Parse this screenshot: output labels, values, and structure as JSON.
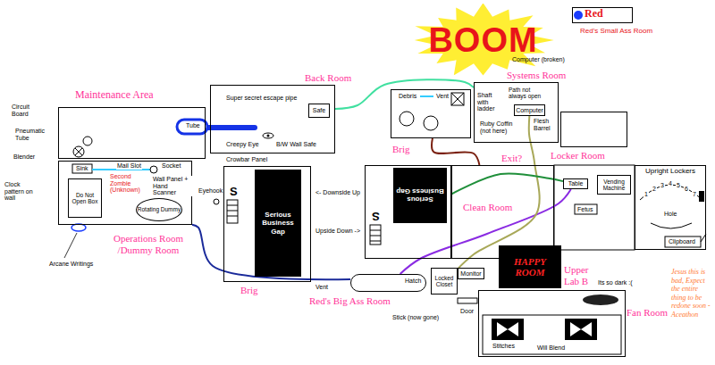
{
  "diagram": {
    "nodes": [
      {
        "text": [
          "Red",
          "Red's Small Ass Room"
        ]
      },
      {
        "text": [
          "BOOM"
        ]
      },
      {
        "text": [
          "Systems Room"
        ]
      },
      {
        "text": [
          "Computer"
        ],
        "in": 2
      },
      {
        "text": [
          "Maintenance Area"
        ]
      },
      {
        "text": [
          "Operations Room /Dummy Room"
        ]
      },
      {
        "text": [
          "Do Not Open Box"
        ],
        "in": 5
      },
      {
        "text": [
          "Rotating Dummy"
        ],
        "in": 5
      },
      {
        "text": [
          "Back Room"
        ]
      },
      {
        "text": [
          "Safe"
        ],
        "in": 8
      },
      {
        "text": [
          "Brig"
        ]
      },
      {
        "text": [
          "Serious Business Gap"
        ],
        "in": 10
      },
      {
        "text": [
          "Debris",
          "Vent"
        ]
      },
      {
        "text": [
          "Brig"
        ]
      },
      {
        "text": [
          "Serious Business Gap"
        ],
        "in": 13
      },
      {
        "text": [
          "Clean Room"
        ]
      },
      {
        "text": [
          "Locker Room"
        ]
      },
      {
        "text": [
          "Table"
        ]
      },
      {
        "text": [
          "Vending Machine"
        ]
      },
      {
        "text": [
          "Upright Lockers"
        ]
      },
      {
        "text": [
          "HAPPY ROOM"
        ]
      },
      {
        "text": [
          "Red's Big Ass Room"
        ]
      },
      {
        "text": [
          "Locked Closet"
        ]
      },
      {
        "text": [
          "Monitor"
        ]
      },
      {
        "text": [
          "Fan Room"
        ]
      }
    ],
    "edges": [
      {
        "from": 8,
        "to": 2,
        "arrow": "none"
      },
      {
        "from": 5,
        "to": 21,
        "arrow": "none"
      },
      {
        "from": 21,
        "to": 17,
        "arrow": "none"
      },
      {
        "from": 12,
        "to": 15,
        "arrow": "none"
      },
      {
        "from": 3,
        "to": 22,
        "arrow": "none"
      },
      {
        "from": 13,
        "to": 17,
        "arrow": "none"
      }
    ],
    "labels": [
      "Computer (broken)",
      "Path not always open",
      "Flesh Barrel",
      "Shaft with ladder",
      "Ruby Coffin (not here)",
      "Circuit Board",
      "Pneumatic Tube",
      "Blender",
      "Clock pattern on wall",
      "Sink",
      "Mail Slot",
      "Second Zombie (Unknown)",
      "Socket",
      "Wall Panel + Hand Scanner",
      "Arcane Writings",
      "Eyehook",
      "Super secret escape pipe",
      "Tube",
      "Creepy Eye",
      "B/W Wall Safe",
      "Crowbar Panel",
      "S",
      "<- Downside Up",
      "Upside Down ->",
      "S",
      "Exit?",
      "Fetus",
      "1",
      "2",
      "3",
      "4",
      "5",
      "6",
      "7",
      "Hole",
      "Clipboard",
      "Upper Lab B",
      "Vent",
      "Hatch",
      "Stick (now gone)",
      "Door",
      "Its so dark :(",
      "Stitches",
      "Will Blend",
      "Jesus this is bad, Expect the entire thing to be redone soon - Aceathon"
    ]
  }
}
